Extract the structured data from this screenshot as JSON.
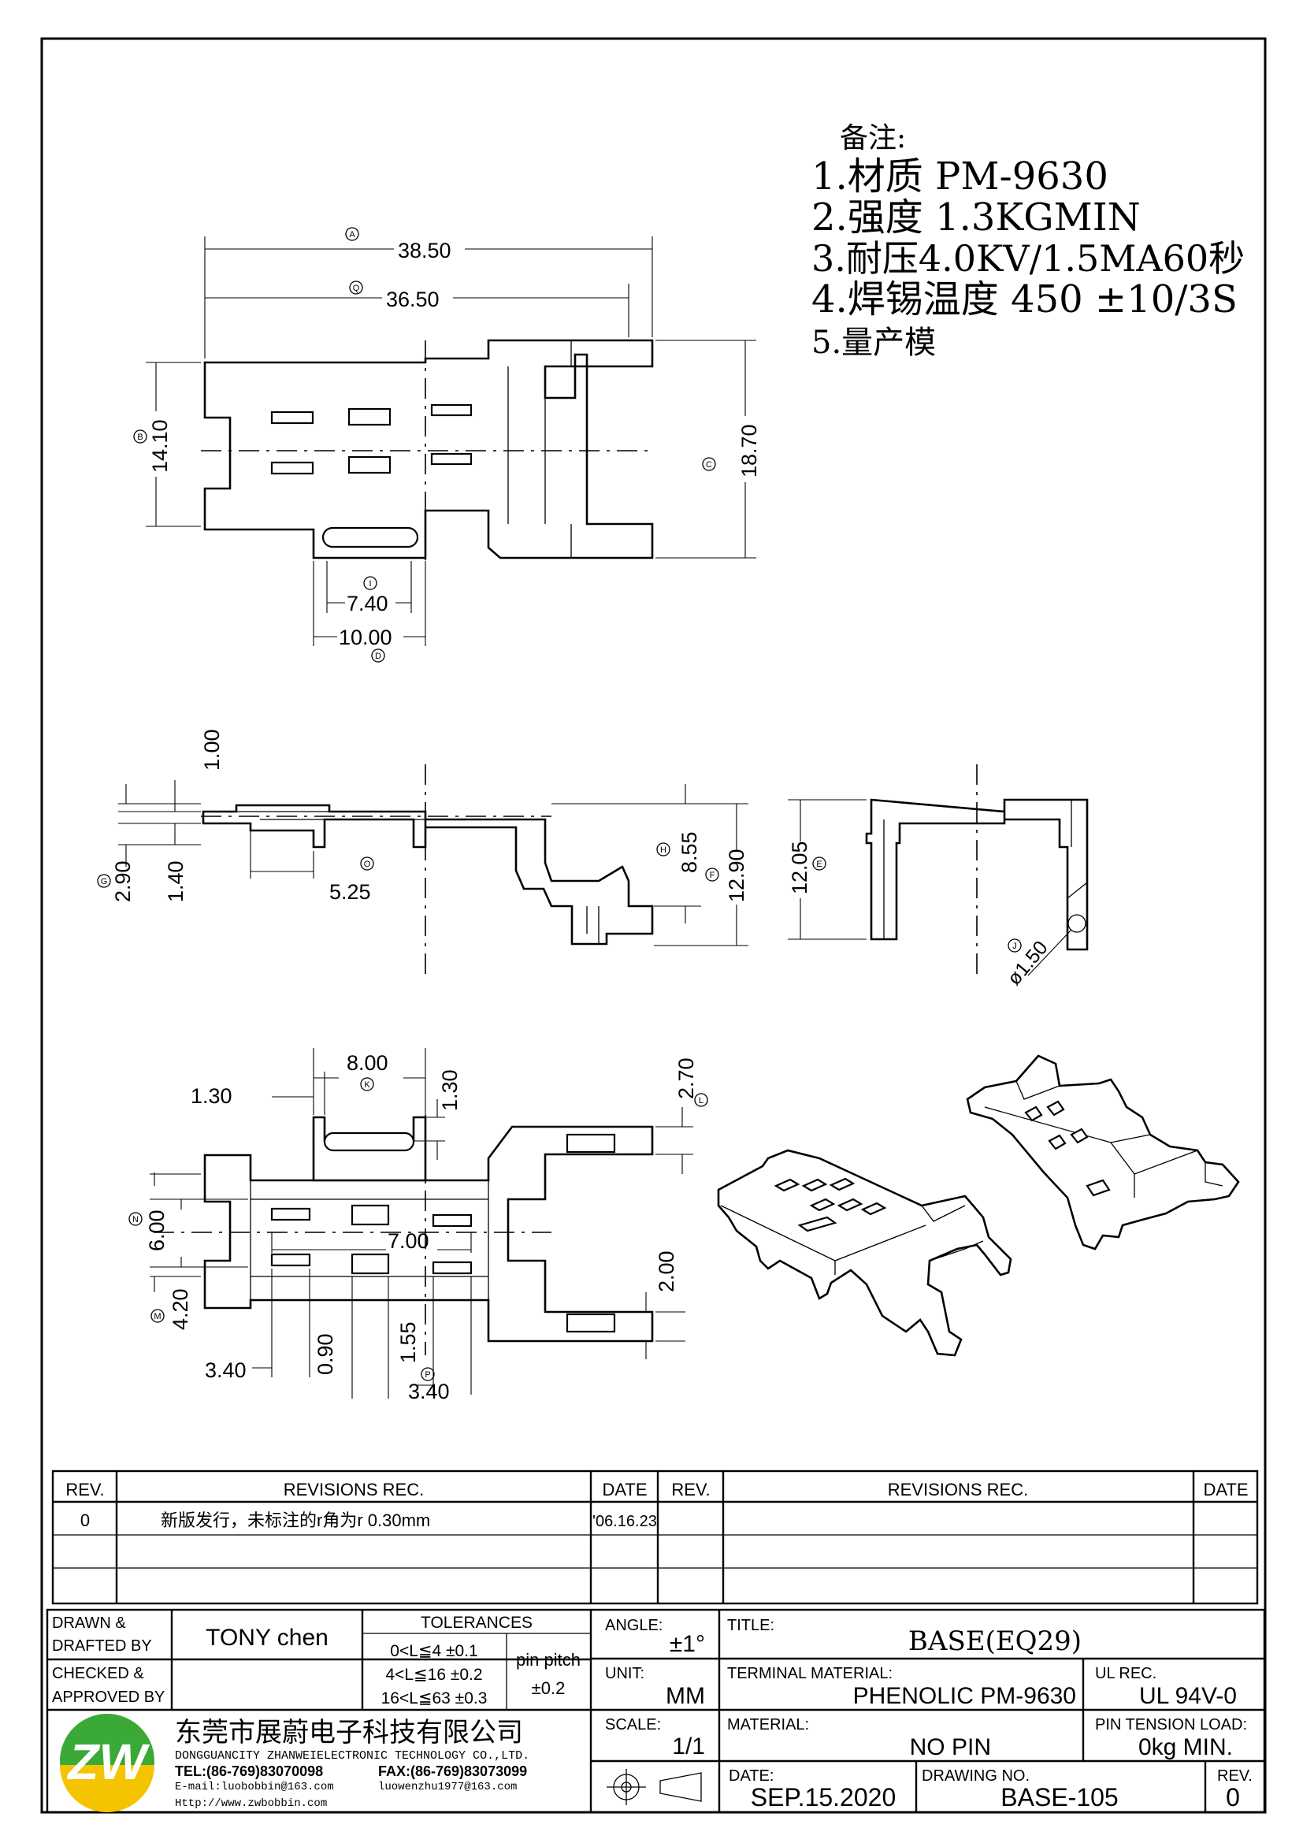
{
  "notes": {
    "heading": "备注:",
    "items": [
      "1.材质 PM-9630",
      "2.强度 1.3KGMIN",
      "3.耐压4.0KV/1.5MA60秒",
      "4.焊锡温度 450 ±10/3S",
      "5.量产模"
    ]
  },
  "dimensions": {
    "top_view": {
      "A": "38.50",
      "Q": "36.50",
      "B": "14.10",
      "C": "18.70",
      "I": "7.40",
      "D": "10.00",
      "tag_A": "A",
      "tag_Q": "Q",
      "tag_B": "B",
      "tag_C": "C",
      "tag_I": "I",
      "tag_D": "D"
    },
    "side_view": {
      "v100": "1.00",
      "G": "2.90",
      "v140": "1.40",
      "O": "5.25",
      "H": "8.55",
      "F": "12.90",
      "tag_G": "G",
      "tag_O": "O",
      "tag_H": "H",
      "tag_F": "F"
    },
    "end_view": {
      "E": "12.05",
      "J": "ø1.50",
      "tag_E": "E",
      "tag_J": "J"
    },
    "bottom_view": {
      "K": "8.00",
      "v130a": "1.30",
      "v130b": "1.30",
      "L": "2.70",
      "N": "6.00",
      "v700": "7.00",
      "M": "4.20",
      "v200": "2.00",
      "v340a": "3.40",
      "v090": "0.90",
      "v155": "1.55",
      "P": "3.40",
      "tag_K": "K",
      "tag_L": "L",
      "tag_N": "N",
      "tag_M": "M",
      "tag_P": "P"
    }
  },
  "revisions": {
    "headers": [
      "REV.",
      "REVISIONS  REC.",
      "DATE",
      "REV.",
      "REVISIONS  REC.",
      "DATE"
    ],
    "row1": {
      "rev": "0",
      "rec": "新版发行，未标注的r角为r 0.30mm",
      "date": "'06.16.23"
    }
  },
  "title_block": {
    "drawn_label": "DRAWN &\nDRAFTED BY",
    "drawn_value": "TONY  chen",
    "checked_label": "CHECKED &\nAPPROVED BY",
    "tolerances_label": "TOLERANCES",
    "tol_rows": [
      "0<L≦4   ±0.1",
      "4<L≦16  ±0.2",
      "16<L≦63  ±0.3"
    ],
    "pin_pitch_label": "pin pitch",
    "pin_pitch_value": "±0.2",
    "angle_label": "ANGLE:",
    "angle_value": "±1°",
    "unit_label": "UNIT:",
    "unit_value": "MM",
    "scale_label": "SCALE:",
    "scale_value": "1/1",
    "title_label": "TITLE:",
    "title_value": "BASE(EQ29)",
    "terminal_label": "TERMINAL  MATERIAL:",
    "terminal_value": "PHENOLIC  PM-9630",
    "ul_label": "UL  REC.",
    "ul_value": "UL  94V-0",
    "material_label": "MATERIAL:",
    "material_value": "NO  PIN",
    "pin_tension_label": "PIN  TENSION  LOAD:",
    "pin_tension_value": "0kg  MIN.",
    "date_label": "DATE:",
    "date_value": "SEP.15.2020",
    "drawing_no_label": "DRAWING  NO.",
    "drawing_no_value": "BASE-105",
    "rev_label": "REV.",
    "rev_value": "0",
    "company_cn": "东莞市展蔚电子科技有限公司",
    "company_en": "DONGGUANCITY  ZHANWEIELECTRONIC  TECHNOLOGY  CO.,LTD.",
    "tel": "TEL:(86-769)83070098",
    "fax": "FAX:(86-769)83073099",
    "email1": "E-mail:luobobbin@163.com",
    "email2": "luowenzhu1977@163.com",
    "website": "Http://www.zwbobbin.com",
    "logo_text": "ZW"
  },
  "colors": {
    "logo_green": "#3aa935",
    "logo_yellow": "#f5c400",
    "ink": "#000000"
  }
}
